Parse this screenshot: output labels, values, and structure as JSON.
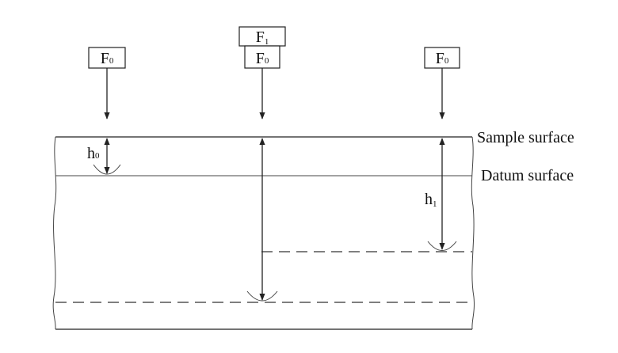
{
  "labels": {
    "sample_surface": "Sample surface",
    "datum_surface": "Datum surface"
  },
  "forces": {
    "preliminary": {
      "main": "F",
      "sub": "0"
    },
    "additional": {
      "main": "F",
      "sub": "1"
    }
  },
  "depths": {
    "h0": {
      "main": "h",
      "sub": "0"
    },
    "h1": {
      "main": "h",
      "sub": "1"
    }
  },
  "colors": {
    "ink": "#222222",
    "background": "#ffffff"
  }
}
